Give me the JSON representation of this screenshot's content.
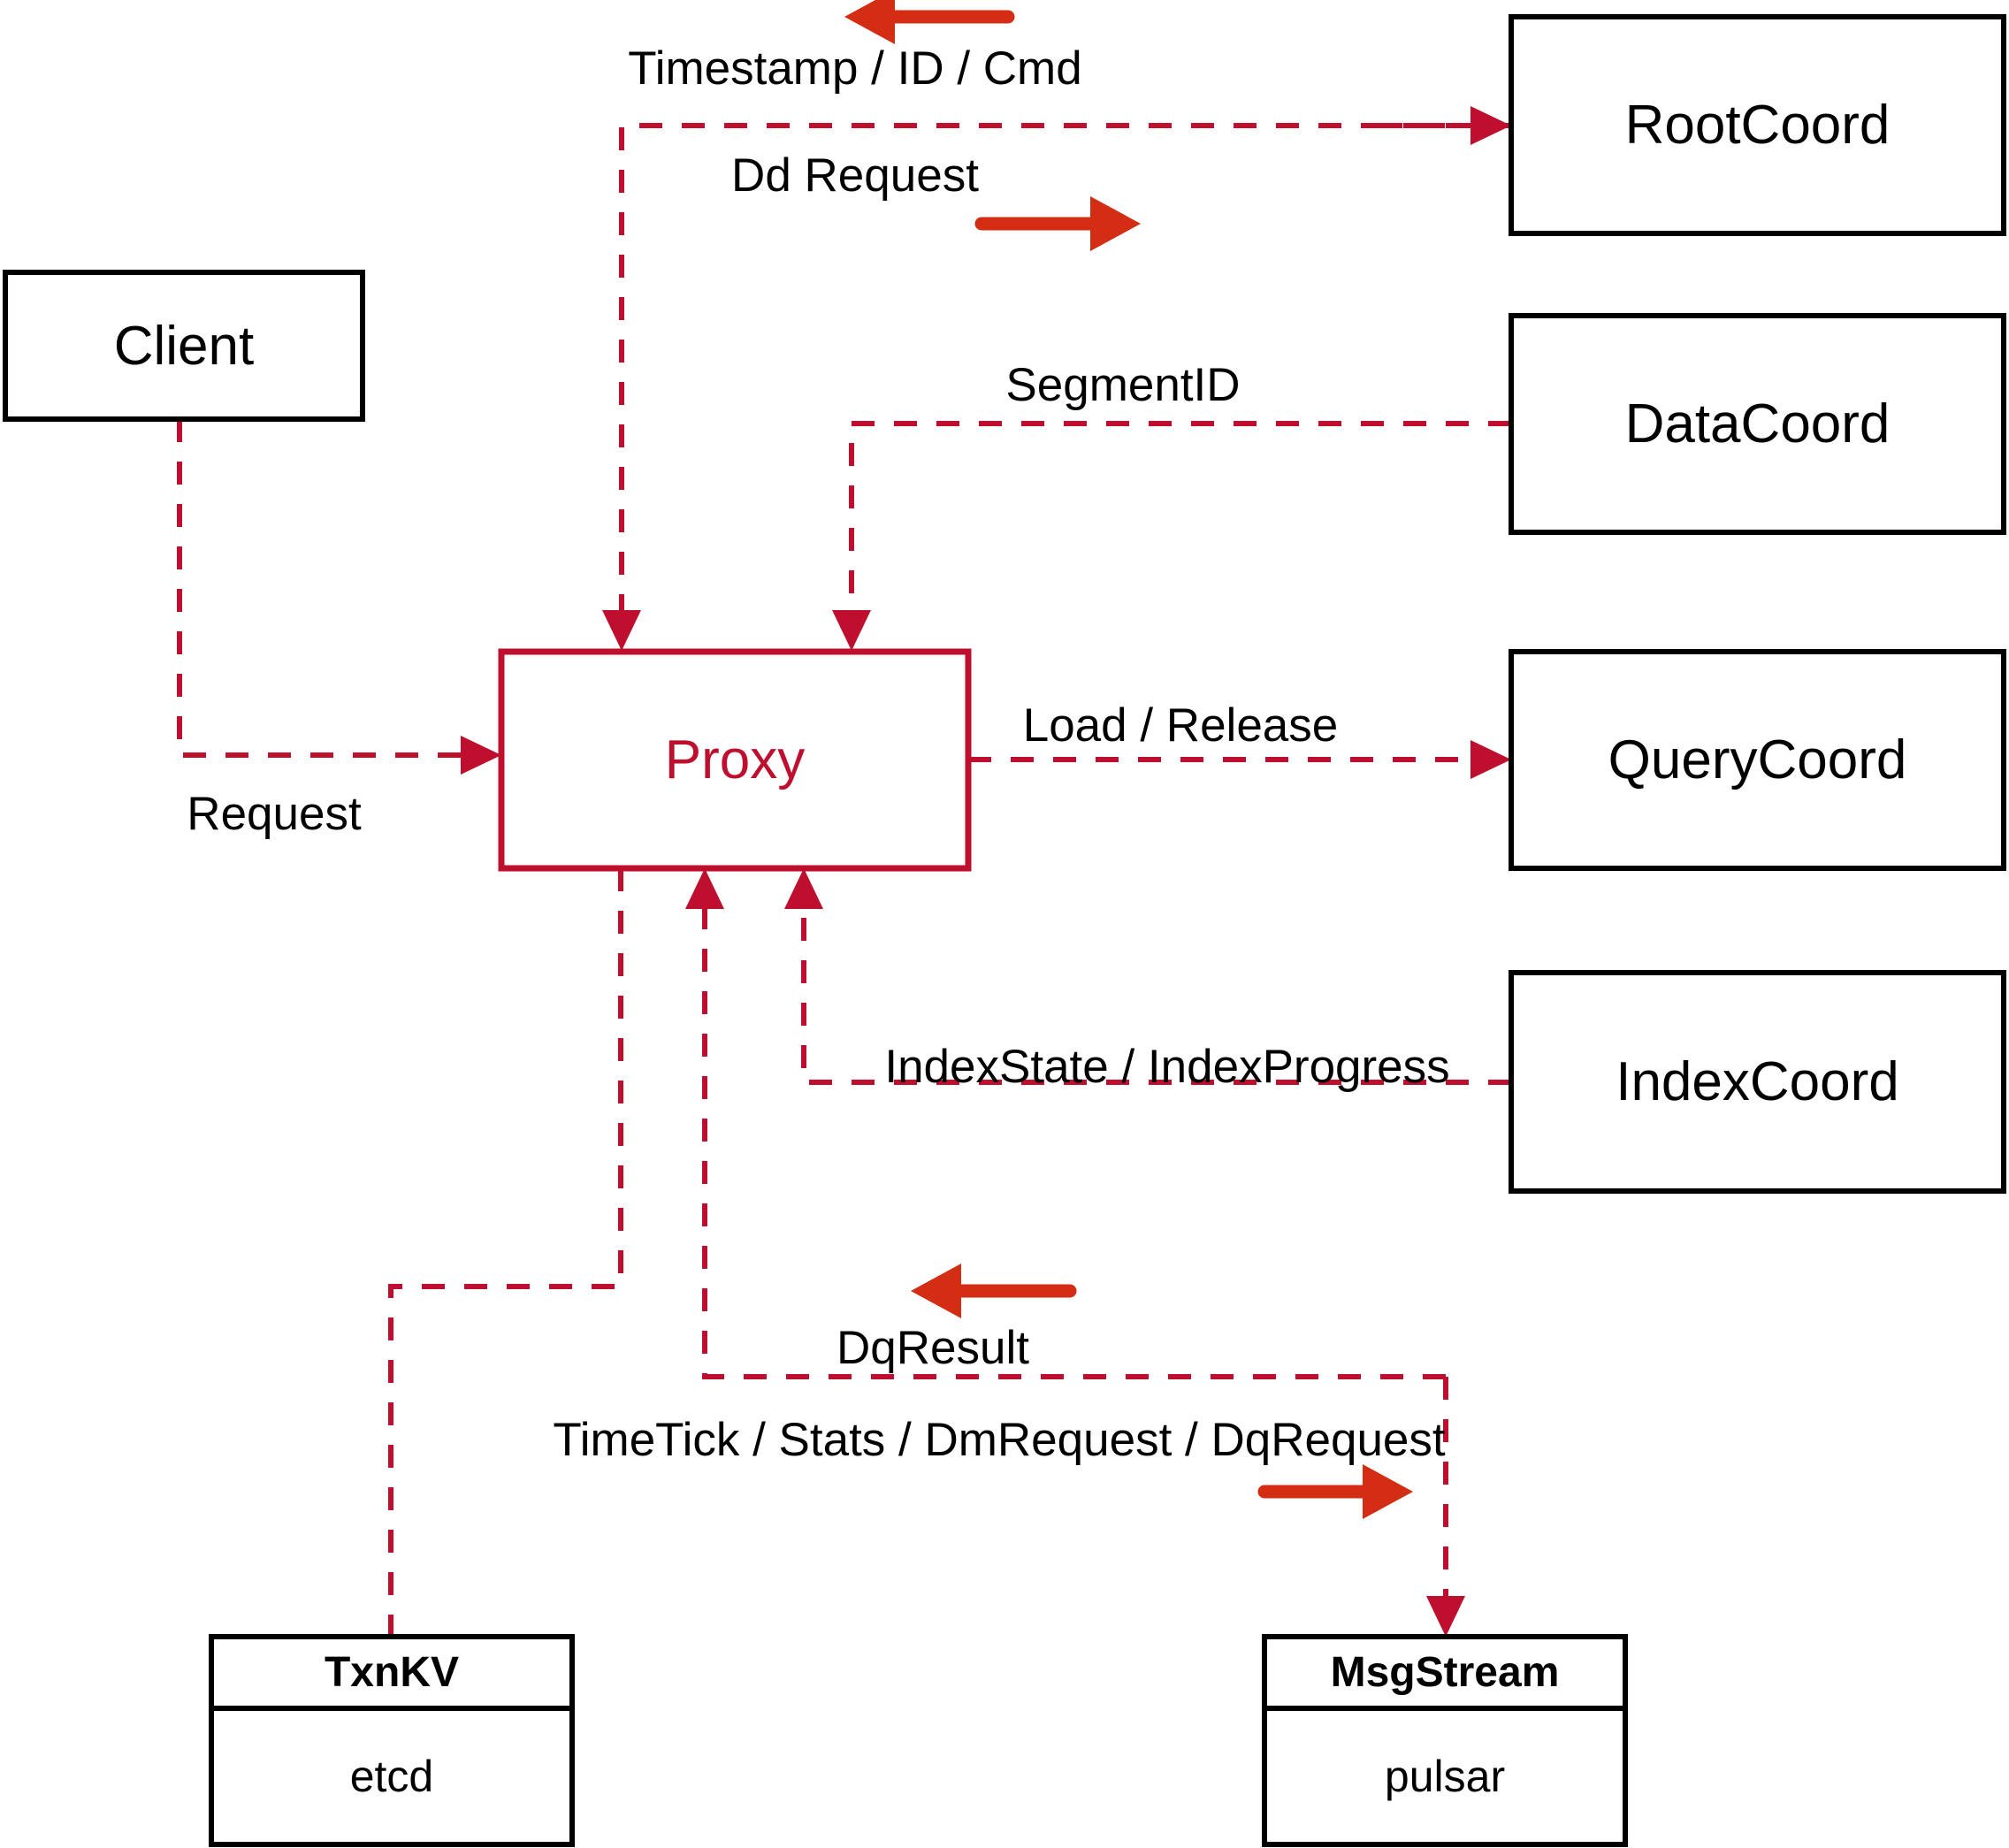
{
  "diagram": {
    "title": "Milvus Proxy interaction diagram",
    "accent_color": "#BE0F2E",
    "arrow_color": "#D32D13",
    "node_stroke_color": "#000000",
    "background": "#ffffff"
  },
  "nodes": {
    "client": {
      "label": "Client"
    },
    "proxy": {
      "label": "Proxy"
    },
    "root_coord": {
      "label": "RootCoord"
    },
    "data_coord": {
      "label": "DataCoord"
    },
    "query_coord": {
      "label": "QueryCoord"
    },
    "index_coord": {
      "label": "IndexCoord"
    },
    "txnkv": {
      "title": "TxnKV",
      "impl": "etcd"
    },
    "msgstream": {
      "title": "MsgStream",
      "impl": "pulsar"
    }
  },
  "edge_labels": {
    "timestamp_id_cmd": "Timestamp / ID / Cmd",
    "dd_request": "Dd Request",
    "segment_id": "SegmentID",
    "request": "Request",
    "load_release": "Load / Release",
    "index_state_progress": "IndexState / IndexProgress",
    "dq_result": "DqResult",
    "timetick_stats_dm_dq": "TimeTick / Stats / DmRequest / DqRequest"
  },
  "flows": [
    {
      "name": "client-to-proxy",
      "label": "Request",
      "from": "Client",
      "to": "Proxy",
      "direction": "right"
    },
    {
      "name": "proxy-to-rootcoord",
      "label": "Dd Request",
      "from": "Proxy",
      "to": "RootCoord",
      "direction": "right"
    },
    {
      "name": "rootcoord-to-proxy",
      "label": "Timestamp / ID / Cmd",
      "from": "RootCoord",
      "to": "Proxy",
      "direction": "left"
    },
    {
      "name": "datacoord-to-proxy",
      "label": "SegmentID",
      "from": "DataCoord",
      "to": "Proxy",
      "direction": "left"
    },
    {
      "name": "proxy-to-querycoord",
      "label": "Load / Release",
      "from": "Proxy",
      "to": "QueryCoord",
      "direction": "right"
    },
    {
      "name": "indexcoord-to-proxy",
      "label": "IndexState / IndexProgress",
      "from": "IndexCoord",
      "to": "Proxy",
      "direction": "left"
    },
    {
      "name": "msgstream-to-proxy",
      "label": "DqResult",
      "from": "MsgStream",
      "to": "Proxy",
      "direction": "left"
    },
    {
      "name": "proxy-to-msgstream",
      "label": "TimeTick / Stats / DmRequest / DqRequest",
      "from": "Proxy",
      "to": "MsgStream",
      "direction": "right"
    },
    {
      "name": "proxy-to-txnkv",
      "label": "",
      "from": "Proxy",
      "to": "TxnKV",
      "direction": "none"
    }
  ]
}
